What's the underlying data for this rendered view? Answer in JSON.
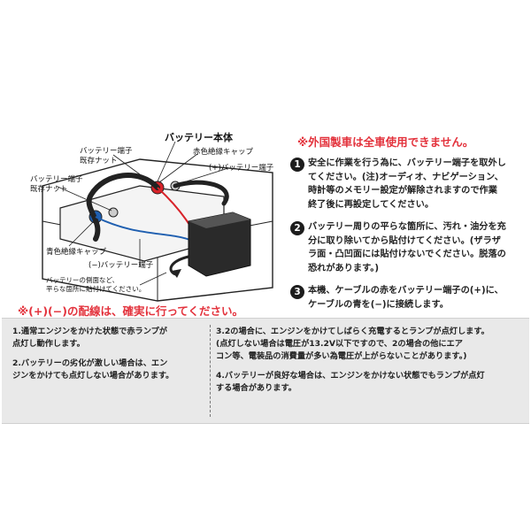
{
  "diagram": {
    "labels": {
      "battery_body": "バッテリー本体",
      "red_cap": "赤色絶縁キャップ",
      "existing_nut_top_1": "バッテリー端子",
      "existing_nut_top_2": "既存ナット",
      "plus_terminal": "(+)バッテリー端子",
      "existing_nut_left_1": "バッテリー端子",
      "existing_nut_left_2": "既存ナット",
      "blue_cap": "青色絶縁キャップ",
      "minus_terminal": "(−)バッテリー端子",
      "side_note_1": "バッテリーの側面など、",
      "side_note_2": "平らな箇所に貼付けてください。"
    },
    "colors": {
      "red_cap": "#d8232a",
      "blue_cap": "#1f5fb0",
      "battery": "#2a2a2a",
      "outline": "#222222"
    }
  },
  "warning_left": "※(+)(−)の配線は、確実に行ってください。",
  "warning_right": "※外国製車は全車使用できません。",
  "steps": [
    {
      "num": "1",
      "lines": [
        "安全に作業を行う為に、バッテリー端子を取外し",
        "てください。(注)オーディオ、ナビゲーション、",
        "時計等のメモリー設定が解除されますので作業",
        "終了後に再設定してください。"
      ]
    },
    {
      "num": "2",
      "lines": [
        "バッテリー周りの平らな箇所に、汚れ・油分を充",
        "分に取り除いてから貼付けてください。(ザラザ",
        "ラ面・凸凹面には貼付けないでください。脱落の",
        "恐れがあります。)"
      ]
    },
    {
      "num": "3",
      "lines": [
        "本機、ケーブルの赤をバッテリー端子の(+)に、",
        "ケーブルの青を(−)に接続します。"
      ]
    }
  ],
  "notes": {
    "left": [
      [
        "1.通常エンジンをかけた状態で赤ランプが",
        "点灯し動作します。"
      ],
      [
        "2.バッテリーの劣化が激しい場合は、エン",
        "ジンをかけても点灯しない場合があります。"
      ]
    ],
    "right": [
      [
        "3.2の場合に、エンジンをかけてしばらく充電するとランプが点灯します。",
        "(点灯しない場合は電圧が13.2V以下ですので、2の場合の他にエア",
        "コン等、電装品の消費量が多い為電圧が上がらないことがあります。)"
      ],
      [
        "4.バッテリーが良好な場合は、エンジンをかけない状態でもランプが点灯",
        "する場合があります。"
      ]
    ]
  }
}
